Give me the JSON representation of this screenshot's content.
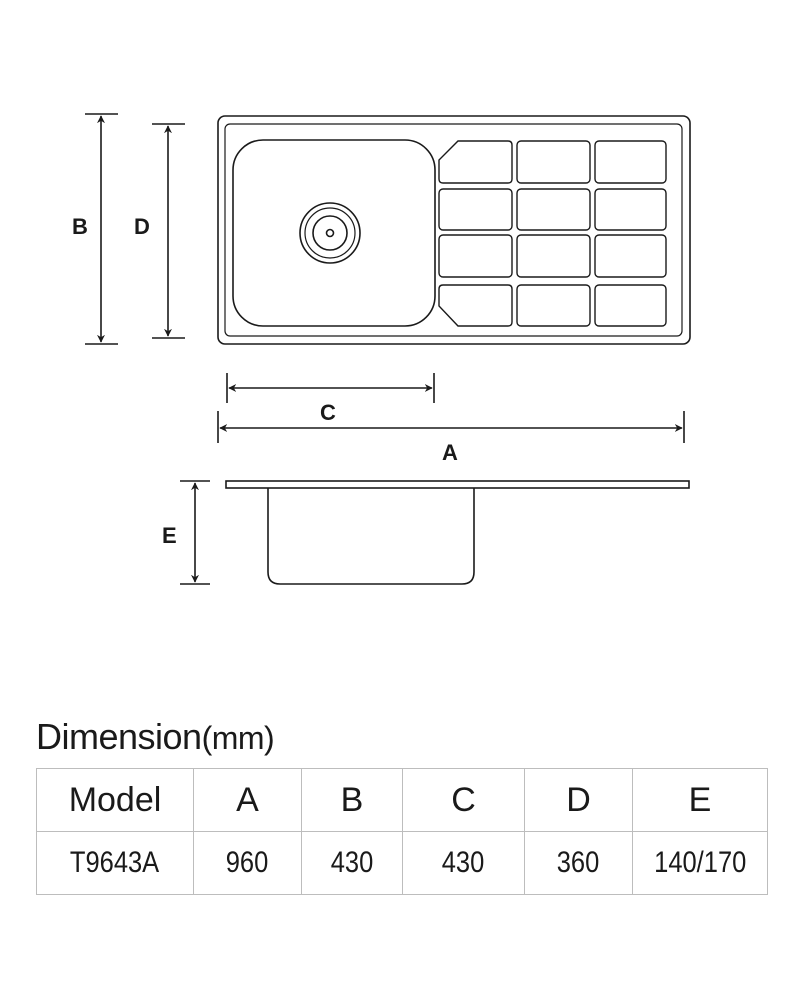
{
  "labels": {
    "a": "A",
    "b": "B",
    "c": "C",
    "d": "D",
    "e": "E"
  },
  "title": {
    "main": "Dimension",
    "unit": "(mm)"
  },
  "table": {
    "headers": [
      "Model",
      "A",
      "B",
      "C",
      "D",
      "E"
    ],
    "rows": [
      [
        "T9643A",
        "960",
        "430",
        "430",
        "360",
        "140/170"
      ]
    ]
  },
  "colors": {
    "line": "#1a1a1a",
    "table_border": "#bdbdbd"
  }
}
